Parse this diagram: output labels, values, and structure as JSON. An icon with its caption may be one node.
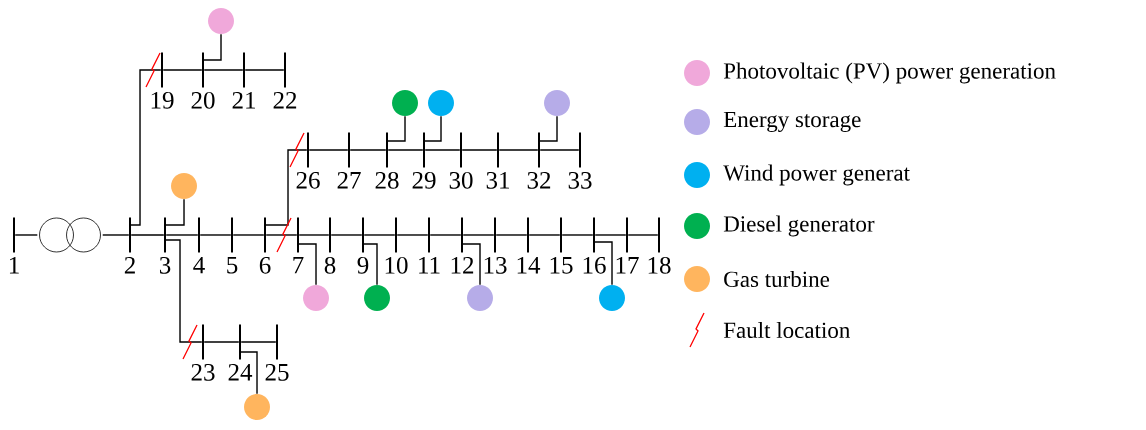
{
  "diagram": {
    "nodes": [
      {
        "text": [
          "1"
        ]
      },
      {
        "text": [
          "2"
        ]
      },
      {
        "text": [
          "3"
        ]
      },
      {
        "text": [
          "4"
        ]
      },
      {
        "text": [
          "5"
        ]
      },
      {
        "text": [
          "6"
        ]
      },
      {
        "text": [
          "7"
        ]
      },
      {
        "text": [
          "8"
        ]
      },
      {
        "text": [
          "9"
        ]
      },
      {
        "text": [
          "10"
        ]
      },
      {
        "text": [
          "11"
        ]
      },
      {
        "text": [
          "12"
        ]
      },
      {
        "text": [
          "13"
        ]
      },
      {
        "text": [
          "14"
        ]
      },
      {
        "text": [
          "15"
        ]
      },
      {
        "text": [
          "16"
        ]
      },
      {
        "text": [
          "17"
        ]
      },
      {
        "text": [
          "18"
        ]
      },
      {
        "text": [
          "19"
        ]
      },
      {
        "text": [
          "20"
        ]
      },
      {
        "text": [
          "21"
        ]
      },
      {
        "text": [
          "22"
        ]
      },
      {
        "text": [
          "23"
        ]
      },
      {
        "text": [
          "24"
        ]
      },
      {
        "text": [
          "25"
        ]
      },
      {
        "text": [
          "26"
        ]
      },
      {
        "text": [
          "27"
        ]
      },
      {
        "text": [
          "28"
        ]
      },
      {
        "text": [
          "29"
        ]
      },
      {
        "text": [
          "30"
        ]
      },
      {
        "text": [
          "31"
        ]
      },
      {
        "text": [
          "32"
        ]
      },
      {
        "text": [
          "33"
        ]
      },
      {
        "text": [],
        "shape": "transformer"
      },
      {
        "text": [],
        "shape": "circle"
      },
      {
        "text": [],
        "shape": "circle"
      },
      {
        "text": [],
        "shape": "circle"
      },
      {
        "text": [],
        "shape": "circle"
      },
      {
        "text": [],
        "shape": "circle"
      },
      {
        "text": [],
        "shape": "circle"
      },
      {
        "text": [],
        "shape": "circle"
      },
      {
        "text": [],
        "shape": "circle"
      },
      {
        "text": [],
        "shape": "circle"
      },
      {
        "text": [],
        "shape": "circle"
      }
    ],
    "edges": [
      {
        "from": 0,
        "to": 33,
        "arrow": "none"
      },
      {
        "from": 33,
        "to": 1,
        "arrow": "none"
      },
      {
        "from": 1,
        "to": 2,
        "arrow": "none"
      },
      {
        "from": 2,
        "to": 3,
        "arrow": "none"
      },
      {
        "from": 3,
        "to": 4,
        "arrow": "none"
      },
      {
        "from": 4,
        "to": 5,
        "arrow": "none"
      },
      {
        "from": 5,
        "to": 6,
        "arrow": "none"
      },
      {
        "from": 6,
        "to": 7,
        "arrow": "none"
      },
      {
        "from": 7,
        "to": 8,
        "arrow": "none"
      },
      {
        "from": 8,
        "to": 9,
        "arrow": "none"
      },
      {
        "from": 9,
        "to": 10,
        "arrow": "none"
      },
      {
        "from": 10,
        "to": 11,
        "arrow": "none"
      },
      {
        "from": 11,
        "to": 12,
        "arrow": "none"
      },
      {
        "from": 12,
        "to": 13,
        "arrow": "none"
      },
      {
        "from": 13,
        "to": 14,
        "arrow": "none"
      },
      {
        "from": 14,
        "to": 15,
        "arrow": "none"
      },
      {
        "from": 15,
        "to": 16,
        "arrow": "none"
      },
      {
        "from": 16,
        "to": 17,
        "arrow": "none"
      },
      {
        "from": 1,
        "to": 18,
        "arrow": "none"
      },
      {
        "from": 18,
        "to": 19,
        "arrow": "none"
      },
      {
        "from": 19,
        "to": 20,
        "arrow": "none"
      },
      {
        "from": 20,
        "to": 21,
        "arrow": "none"
      },
      {
        "from": 2,
        "to": 22,
        "arrow": "none"
      },
      {
        "from": 22,
        "to": 23,
        "arrow": "none"
      },
      {
        "from": 23,
        "to": 24,
        "arrow": "none"
      },
      {
        "from": 5,
        "to": 25,
        "arrow": "none"
      },
      {
        "from": 25,
        "to": 26,
        "arrow": "none"
      },
      {
        "from": 26,
        "to": 27,
        "arrow": "none"
      },
      {
        "from": 27,
        "to": 28,
        "arrow": "none"
      },
      {
        "from": 28,
        "to": 29,
        "arrow": "none"
      },
      {
        "from": 29,
        "to": 30,
        "arrow": "none"
      },
      {
        "from": 30,
        "to": 31,
        "arrow": "none"
      },
      {
        "from": 31,
        "to": 32,
        "arrow": "none"
      },
      {
        "from": 19,
        "to": 34,
        "arrow": "none"
      },
      {
        "from": 27,
        "to": 35,
        "arrow": "none"
      },
      {
        "from": 28,
        "to": 36,
        "arrow": "none"
      },
      {
        "from": 31,
        "to": 37,
        "arrow": "none"
      },
      {
        "from": 2,
        "to": 38,
        "arrow": "none"
      },
      {
        "from": 6,
        "to": 39,
        "arrow": "none"
      },
      {
        "from": 8,
        "to": 40,
        "arrow": "none"
      },
      {
        "from": 11,
        "to": 41,
        "arrow": "none"
      },
      {
        "from": 15,
        "to": 42,
        "arrow": "none"
      },
      {
        "from": 23,
        "to": 43,
        "arrow": "none"
      }
    ],
    "legend": [
      {
        "text": "Photovoltaic (PV) power generation",
        "color": "#f0a8da"
      },
      {
        "text": "Energy storage",
        "color": "#b6ace8"
      },
      {
        "text": "Wind power generat",
        "color": "#00b0f0"
      },
      {
        "text": "Diesel generator",
        "color": "#00b050"
      },
      {
        "text": "Gas turbine",
        "color": "#ffb55e"
      },
      {
        "text": "Fault location"
      }
    ]
  }
}
